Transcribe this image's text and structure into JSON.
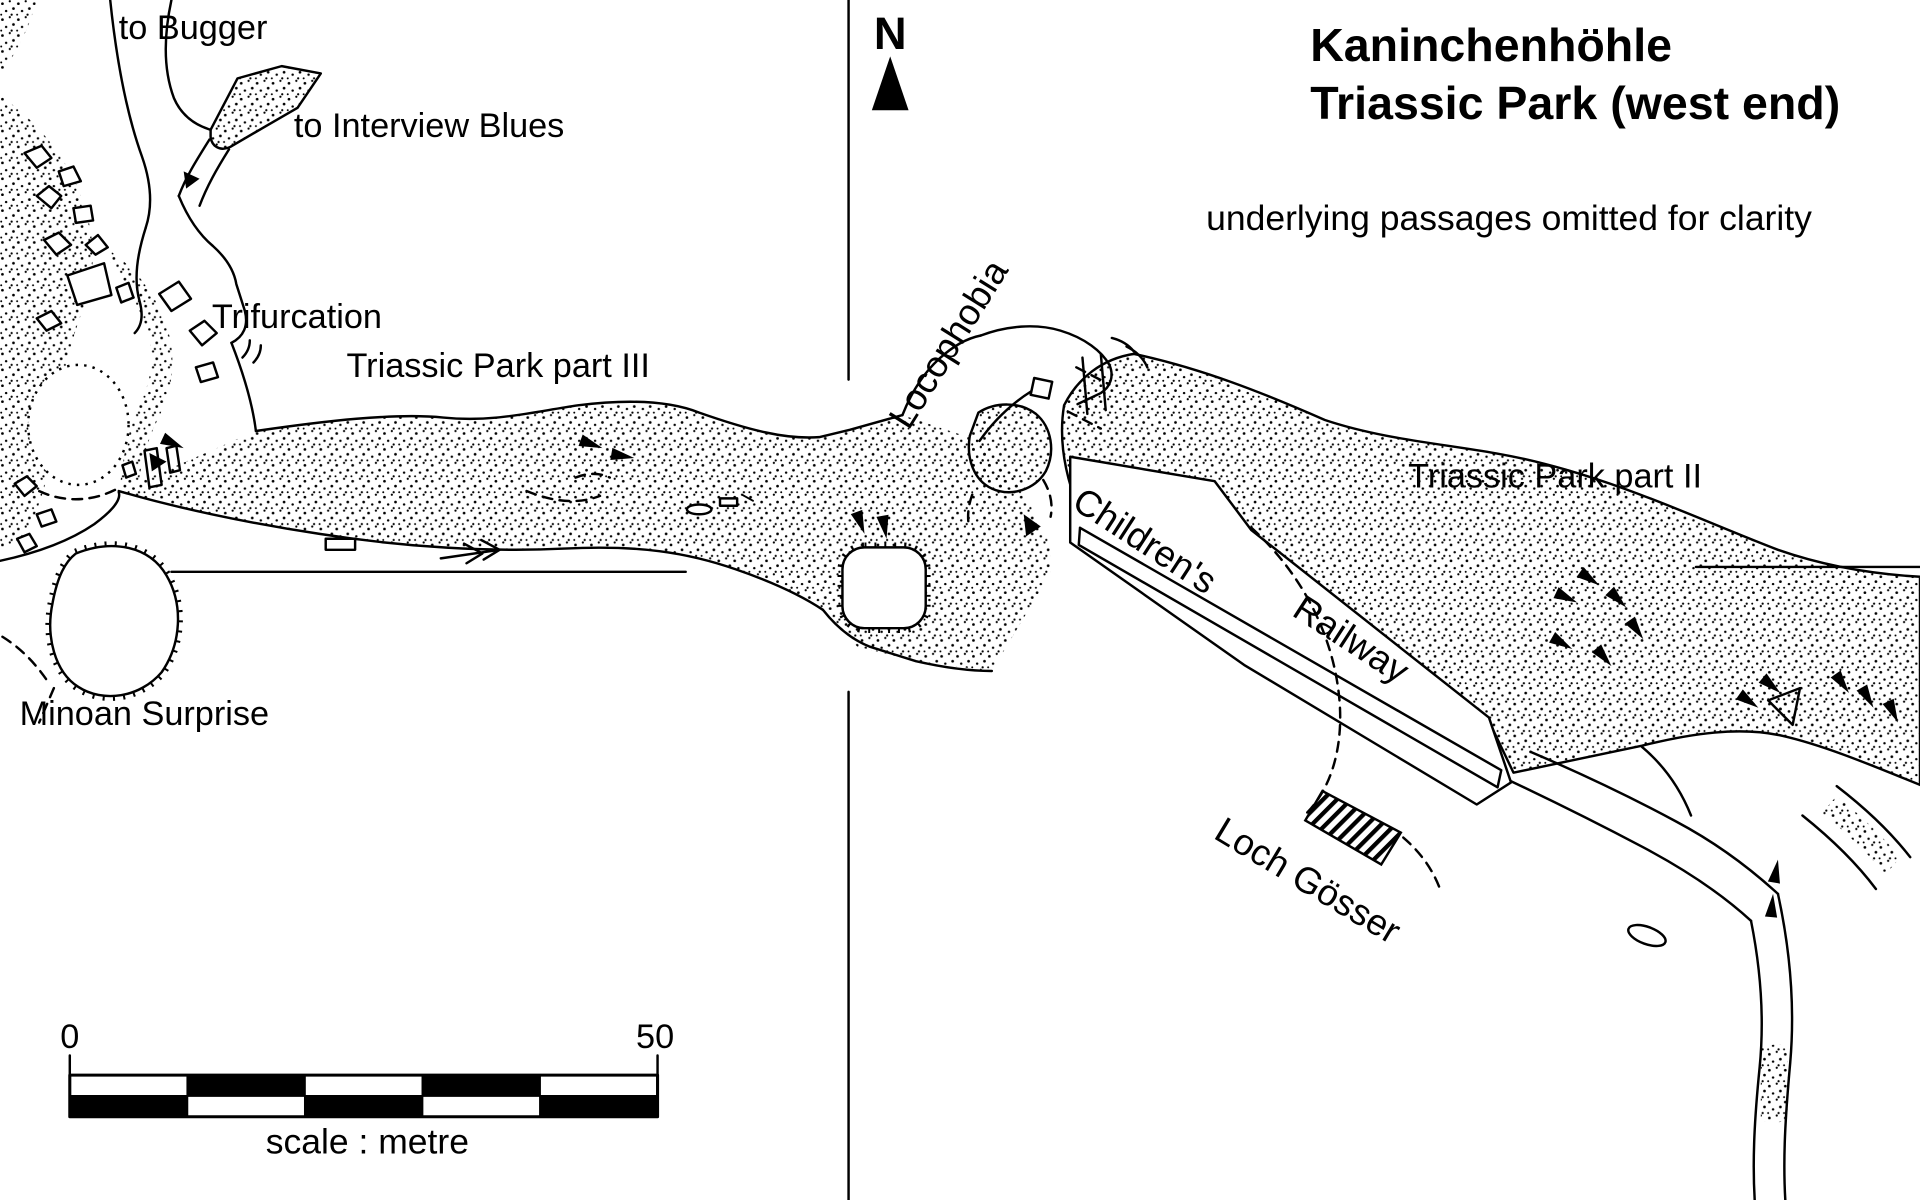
{
  "title": {
    "line1": "Kaninchenhöhle",
    "line2": "Triassic Park (west end)",
    "subtitle": "underlying passages omitted for clarity"
  },
  "compass": {
    "north": "N"
  },
  "labels": {
    "to_bugger": "to Bugger",
    "to_interview_blues": "to Interview Blues",
    "trifurcation": "Trifurcation",
    "triassic_park_part_iii": "Triassic Park part III",
    "locophobia": "Locophobia",
    "triassic_park_part_ii": "Triassic Park part II",
    "childrens": "Children's",
    "railway": "Railway",
    "loch_gosser": "Loch Gösser",
    "minoan_surprise": "Minoan Surprise"
  },
  "scale_bar": {
    "start": "0",
    "end": "50",
    "caption": "scale : metre"
  },
  "colors": {
    "ink": "#000000",
    "paper": "#ffffff"
  }
}
